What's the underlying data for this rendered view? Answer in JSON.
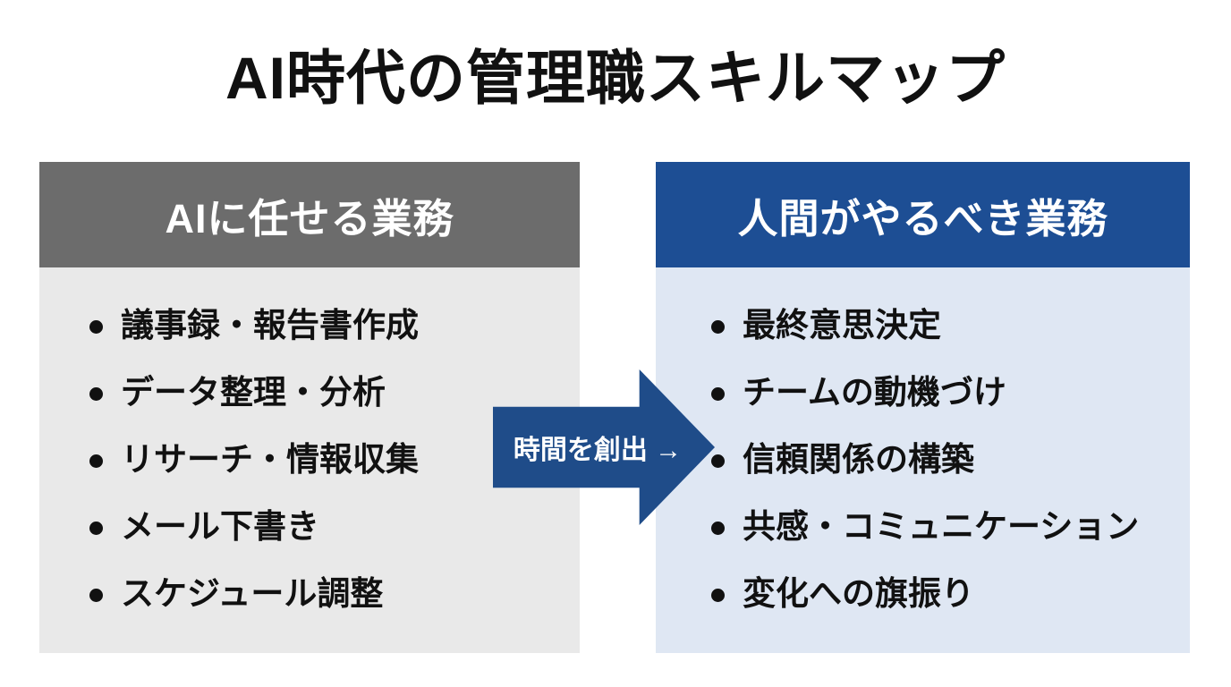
{
  "title": "AI時代の管理職スキルマップ",
  "left_panel": {
    "header": "AIに任せる業務",
    "items": [
      "議事録・報告書作成",
      "データ整理・分析",
      "リサーチ・情報収集",
      "メール下書き",
      "スケジュール調整"
    ]
  },
  "right_panel": {
    "header": "人間がやるべき業務",
    "items": [
      "最終意思決定",
      "チームの動機づけ",
      "信頼関係の構築",
      "共感・コミュニケーション",
      "変化への旗振り"
    ]
  },
  "arrow": {
    "label": "時間を創出 →"
  },
  "colors": {
    "title_text": "#111111",
    "left_header_bg": "#6c6c6c",
    "left_body_bg": "#e9e9e9",
    "right_header_bg": "#1d4e94",
    "right_body_bg": "#dfe7f3",
    "arrow_bg": "#1f4c89",
    "header_text": "#ffffff",
    "item_text": "#111111"
  }
}
